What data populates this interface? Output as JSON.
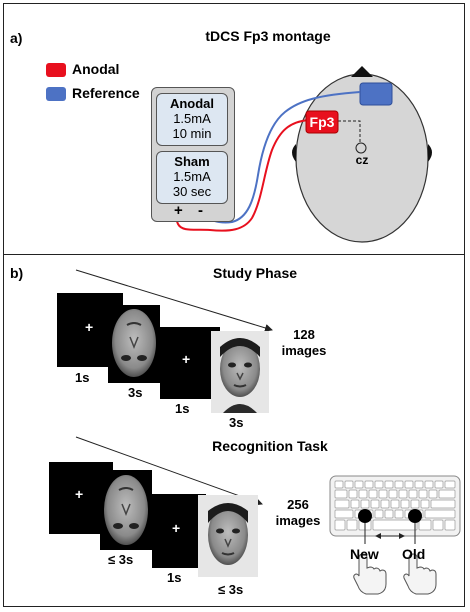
{
  "panel_a": {
    "label": "a)",
    "title": "tDCS Fp3 montage",
    "legend": [
      {
        "label": "Anodal",
        "color": "#e8101e"
      },
      {
        "label": "Reference",
        "color": "#4d72c4"
      }
    ],
    "device": {
      "anodal": {
        "heading": "Anodal",
        "current": "1.5mA",
        "duration": "10 min"
      },
      "sham": {
        "heading": "Sham",
        "current": "1.5mA",
        "duration": "30 sec"
      },
      "plus": "+",
      "minus": "-"
    },
    "head": {
      "electrode_label": "Fp3",
      "reference_label": "cz"
    }
  },
  "panel_b": {
    "label": "b)",
    "study": {
      "title": "Study Phase",
      "fixation": "+",
      "durations": [
        "1s",
        "3s",
        "1s",
        "3s"
      ],
      "count_number": "128",
      "count_unit": "images"
    },
    "recognition": {
      "title": "Recognition Task",
      "fixation": "+",
      "durations": [
        "≤ 3s",
        "1s",
        "≤ 3s"
      ],
      "count_number": "256",
      "count_unit": "images",
      "key_left": "New",
      "key_right": "Old"
    }
  }
}
